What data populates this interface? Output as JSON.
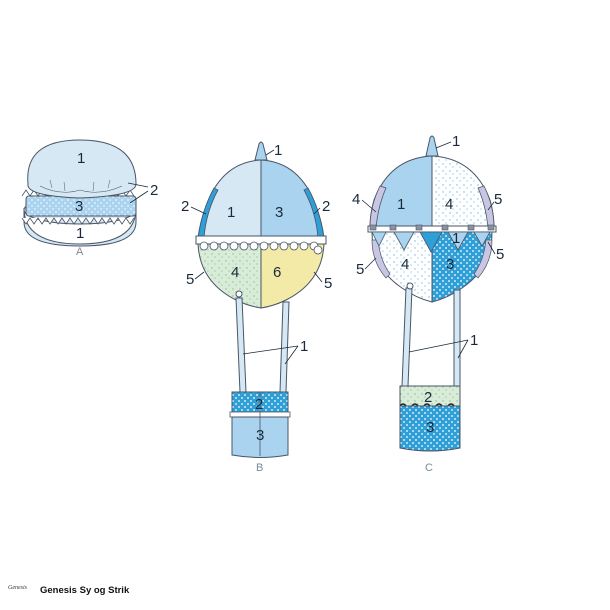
{
  "labels": {
    "a": {
      "top": "1",
      "mid": "3",
      "bottom": "1",
      "ruffle": "2",
      "caption": "A"
    },
    "b": {
      "tip": "1",
      "left_panel": "1",
      "right_panel": "3",
      "band_left": "2",
      "band_right": "2",
      "lower_left": "4",
      "lower_right": "6",
      "side_left": "5",
      "side_right": "5",
      "ropes": "1",
      "basket_top": "2",
      "basket_bottom": "3",
      "caption": "B"
    },
    "c": {
      "tip": "1",
      "left_panel": "1",
      "right_panel": "4",
      "side_left_top": "4",
      "side_right_top": "5",
      "mid_tri": "1",
      "lower_left": "4",
      "lower_right": "3",
      "side_left": "5",
      "side_right": "5",
      "ropes": "1",
      "basket_top": "2",
      "basket_bottom": "3",
      "caption": "C"
    }
  },
  "footer": {
    "logo": "Genesis",
    "brand": "Genesis Sy og Strik"
  },
  "colors": {
    "outline": "#4a5566",
    "light_blue": "#d7e8f5",
    "mid_blue": "#a9d3ef",
    "dark_blue": "#2f9fd8",
    "pale_green": "#d8ecd8",
    "yellow": "#f2eaa6",
    "lavender": "#c8c6e3",
    "white": "#ffffff"
  }
}
